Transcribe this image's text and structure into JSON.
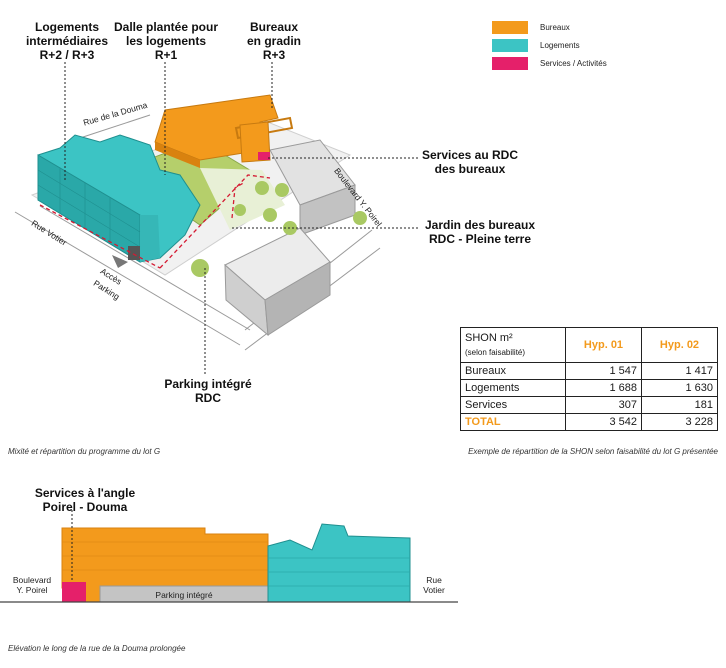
{
  "legend": [
    {
      "label": "Bureaux",
      "color": "#f39a1c"
    },
    {
      "label": "Logements",
      "color": "#3cc4c4"
    },
    {
      "label": "Services / Activités",
      "color": "#e5206a"
    }
  ],
  "labels": {
    "logements_intermediaires": "Logements\nintermédiaires\nR+2 / R+3",
    "dalle_plantee": "Dalle plantée pour\nles logements\nR+1",
    "bureaux_gradin": "Bureaux\nen gradin\nR+3",
    "services_rdc": "Services au RDC\ndes bureaux",
    "jardin_bureaux": "Jardin des bureaux\nRDC - Pleine terre",
    "parking_integre": "Parking intégré\nRDC",
    "services_angle": "Services à l'angle\nPoirel - Douma"
  },
  "streets": {
    "rue_douma": "Rue de la Douma",
    "boulevard_poirel": "Boulevard Y. Poirel",
    "rue_votier": "Rue Votier",
    "acces": "Accès",
    "parking": "Parking"
  },
  "table": {
    "header_line1": "SHON m²",
    "header_line2": "(selon faisabilité)",
    "hyp1": "Hyp. 01",
    "hyp2": "Hyp. 02",
    "rows": [
      {
        "label": "Bureaux",
        "h1": "1 547",
        "h2": "1 417"
      },
      {
        "label": "Logements",
        "h1": "1 688",
        "h2": "1 630"
      },
      {
        "label": "Services",
        "h1": "307",
        "h2": "181"
      }
    ],
    "total_label": "TOTAL",
    "total_h1": "3 542",
    "total_h2": "3 228"
  },
  "captions": {
    "mixite": "Mixité et répartition du programme du lot G",
    "exemple": "Exemple de répartition de la SHON selon faisabilité du lot G présentée",
    "elevation": "Elévation le long de la rue de la Douma prolongée"
  },
  "elevation": {
    "boulevard": "Boulevard\nY. Poirel",
    "rue_votier": "Rue\nVotier",
    "parking_integre": "Parking intégré"
  }
}
